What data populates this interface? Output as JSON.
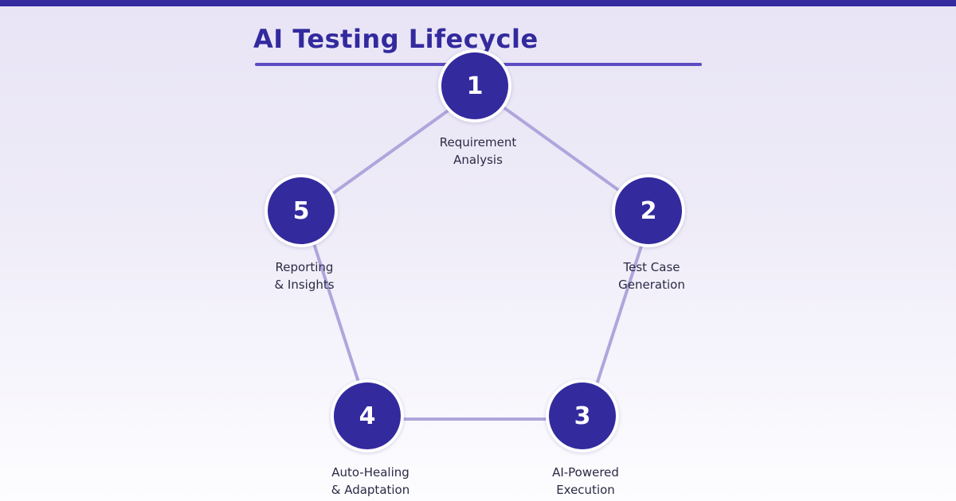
{
  "header": {
    "title": "AI Testing Lifecycle"
  },
  "theme": {
    "accent": "#332a9e",
    "circle_fill": "#332a9e",
    "circle_border": "#ffffff",
    "edge_color": "#aea6db",
    "underline_color": "#5b4cc2",
    "label_color": "#2a2a45",
    "number_color": "#ffffff",
    "bg_top": "#e8e4f6",
    "bg_bottom": "#fdfdff"
  },
  "diagram": {
    "type": "cycle",
    "nodes": [
      {
        "number": "1",
        "label_lines": [
          "Requirement",
          "Analysis"
        ]
      },
      {
        "number": "2",
        "label_lines": [
          "Test Case",
          "Generation"
        ]
      },
      {
        "number": "3",
        "label_lines": [
          "AI-Powered",
          "Execution"
        ]
      },
      {
        "number": "4",
        "label_lines": [
          "Auto-Healing",
          "& Adaptation"
        ]
      },
      {
        "number": "5",
        "label_lines": [
          "Reporting",
          "& Insights"
        ]
      }
    ],
    "edges": [
      "1-2",
      "2-3",
      "3-4",
      "4-5",
      "5-1"
    ]
  }
}
